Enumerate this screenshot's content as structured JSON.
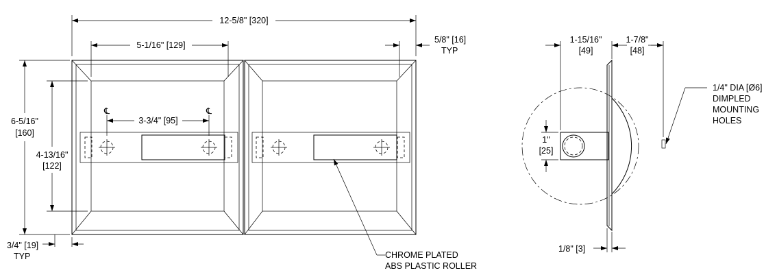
{
  "front_view": {
    "overall_width": "12-5/8\" [320]",
    "inner_width": "5-1/16\" [129]",
    "flange": "5/8\" [16]",
    "flange_typ": "TYP",
    "overall_height": "6-5/16\"",
    "overall_height_mm": "[160]",
    "inner_height": "4-13/16\"",
    "inner_height_mm": "[122]",
    "spindle_spacing": "3-3/4\" [95]",
    "bottom_offset": "3/4\" [19]",
    "bottom_typ": "TYP",
    "centerline_mark": "℄",
    "roller_note_line1": "CHROME PLATED",
    "roller_note_line2": "ABS PLASTIC ROLLER"
  },
  "side_view": {
    "depth_left": "1-15/16\"",
    "depth_left_mm": "[49]",
    "depth_right": "1-7/8\"",
    "depth_right_mm": "[48]",
    "roll_height": "1\"",
    "roll_height_mm": "[25]",
    "flange_thickness": "1/8\" [3]",
    "hole_note_line1": "1/4\" DIA [Ø6]",
    "hole_note_line2": "DIMPLED",
    "hole_note_line3": "MOUNTING",
    "hole_note_line4": "HOLES"
  }
}
